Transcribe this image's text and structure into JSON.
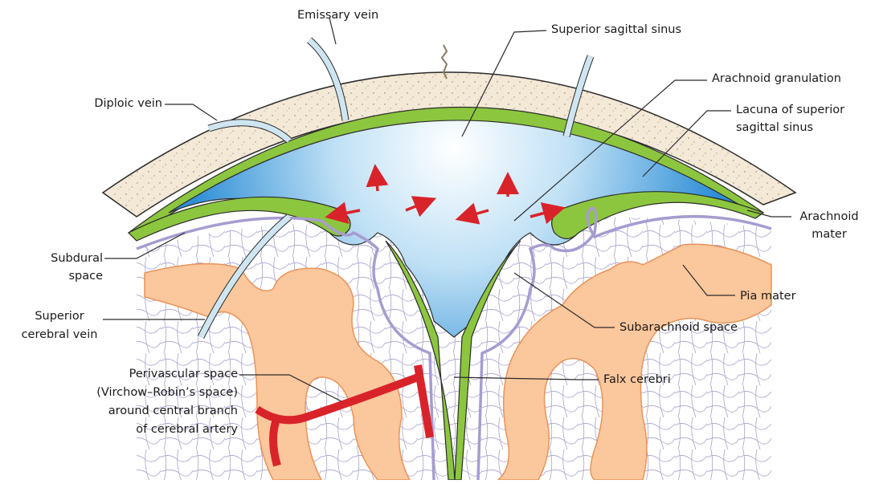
{
  "labels": {
    "emissary_vein": "Emissary vein",
    "superior_sagittal_sinus": "Superior sagittal sinus",
    "arachnoid_granulation": "Arachnoid granulation",
    "lacuna_line1": "Lacuna of superior",
    "lacuna_line2": "sagittal sinus",
    "diploic_vein": "Diploic vein",
    "arachnoid_mater_line1": "Arachnoid",
    "arachnoid_mater_line2": "mater",
    "subdural_line1": "Subdural",
    "subdural_line2": "space",
    "pia_mater": "Pia mater",
    "superior_cerebral_vein_line1": "Superior",
    "superior_cerebral_vein_line2": "cerebral vein",
    "subarachnoid_space": "Subarachnoid space",
    "falx_cerebri": "Falx cerebri",
    "perivascular_line1": "Perivascular space",
    "perivascular_line2": "(Virchow–Robin’s space)",
    "perivascular_line3": "around central branch",
    "perivascular_line4": "of cerebral artery"
  },
  "colors": {
    "bone": "#f4e8d6",
    "dura": "#8cc63f",
    "sinus": "#6fb6e6",
    "arachnoid": "#a79ccf",
    "brain": "#fbc79c",
    "brain_outline": "#e8945a",
    "artery": "#d9232a",
    "vein": "#cfe6f2"
  }
}
